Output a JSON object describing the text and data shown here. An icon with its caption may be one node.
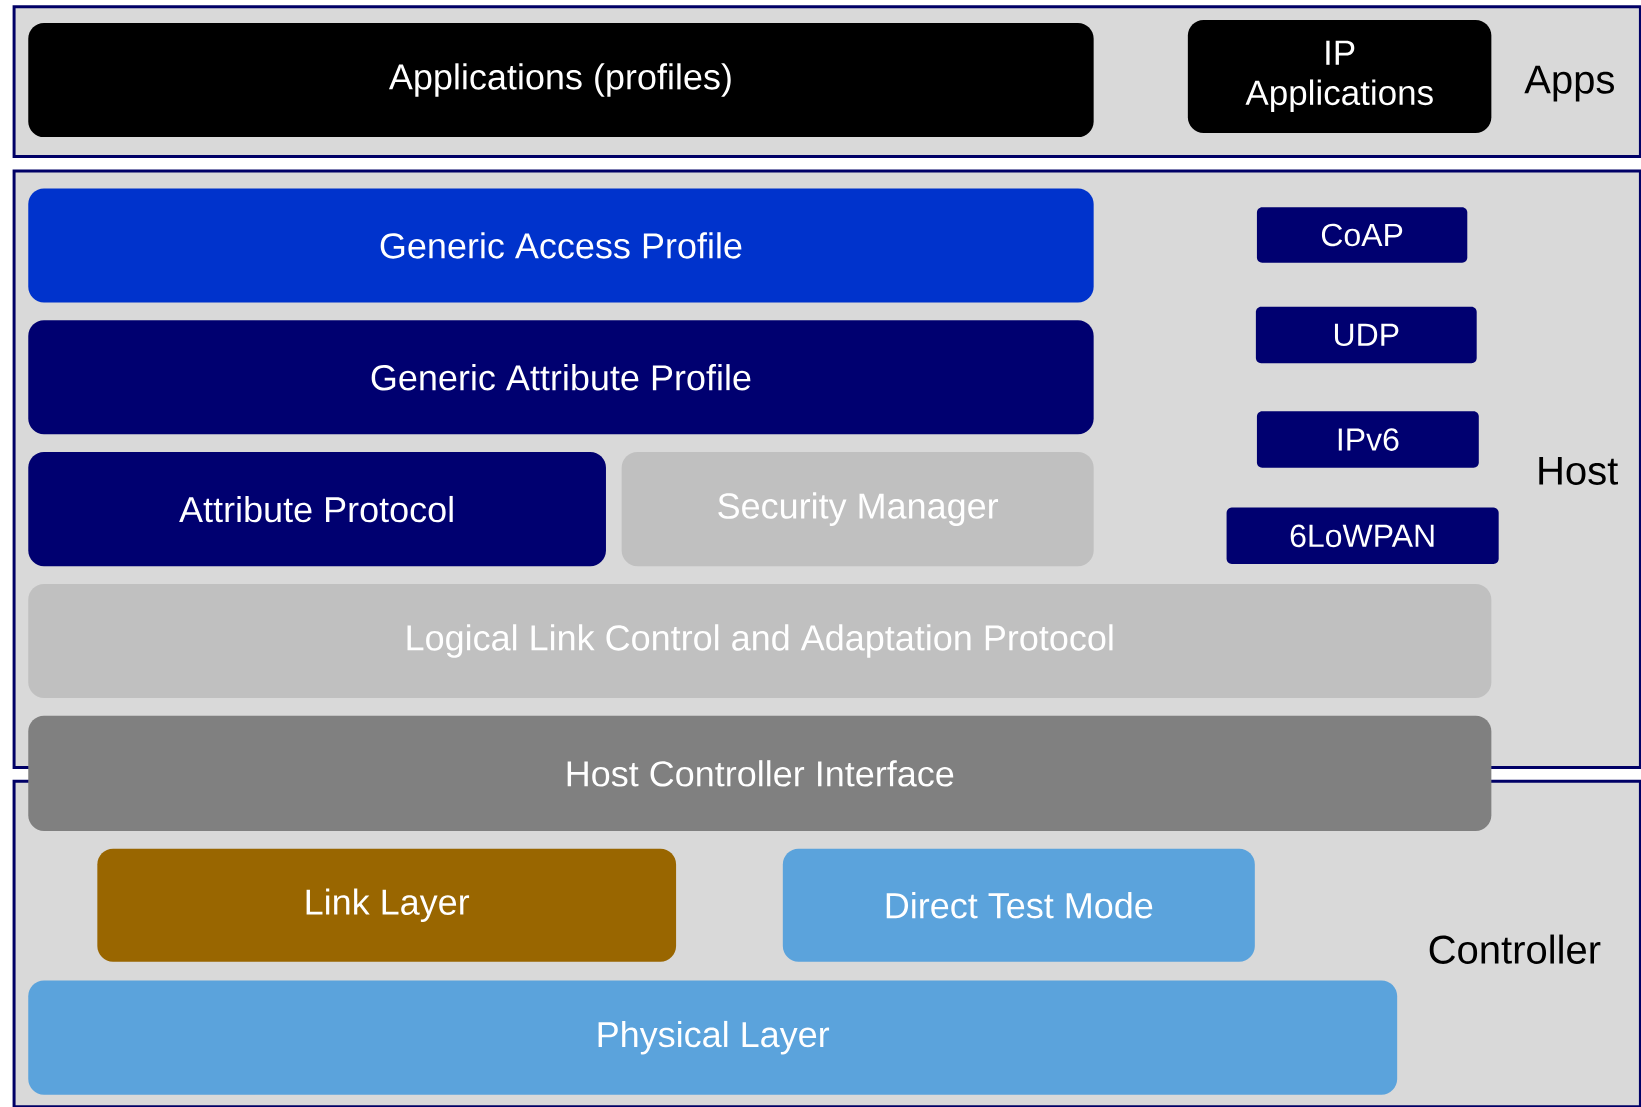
{
  "diagram": {
    "nodes": [
      {
        "text": [
          "Apps"
        ]
      },
      {
        "text": [
          "Applications (profiles)"
        ],
        "in": 0
      },
      {
        "text": [
          "IP Applications"
        ],
        "in": 0
      },
      {
        "text": [
          "Host"
        ]
      },
      {
        "text": [
          "Generic Access Profile"
        ],
        "in": 3
      },
      {
        "text": [
          "Generic Attribute Profile"
        ],
        "in": 3
      },
      {
        "text": [
          "Attribute Protocol"
        ],
        "in": 3
      },
      {
        "text": [
          "Security Manager"
        ],
        "in": 3
      },
      {
        "text": [
          "CoAP"
        ],
        "in": 3
      },
      {
        "text": [
          "UDP"
        ],
        "in": 3
      },
      {
        "text": [
          "IPv6"
        ],
        "in": 3
      },
      {
        "text": [
          "6LoWPAN"
        ],
        "in": 3
      },
      {
        "text": [
          "Logical Link Control and Adaptation Protocol"
        ],
        "in": 3
      },
      {
        "text": [
          "Host Controller Interface"
        ]
      },
      {
        "text": [
          "Controller"
        ]
      },
      {
        "text": [
          "Link Layer"
        ],
        "in": 14
      },
      {
        "text": [
          "Direct Test Mode"
        ],
        "in": 14
      },
      {
        "text": [
          "Physical Layer"
        ],
        "in": 14
      }
    ],
    "edges": []
  }
}
